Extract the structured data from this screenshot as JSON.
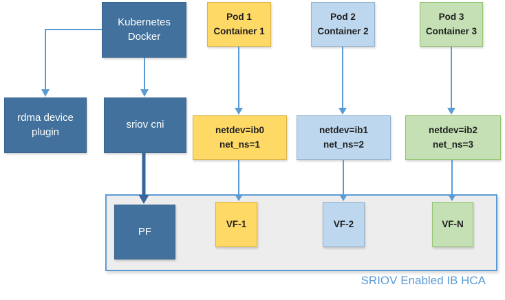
{
  "diagram": {
    "hca_label": "SRIOV Enabled IB HCA",
    "nodes": {
      "kubernetes_docker": {
        "label": "Kubernetes\nDocker"
      },
      "rdma_device_plugin": {
        "label": "rdma device\nplugin"
      },
      "sriov_cni": {
        "label": "sriov cni"
      },
      "pod1": {
        "label": "Pod 1\nContainer 1"
      },
      "pod2": {
        "label": "Pod 2\nContainer 2"
      },
      "pod3": {
        "label": "Pod 3\nContainer 3"
      },
      "netdev_ib0": {
        "label": "netdev=ib0\nnet_ns=1"
      },
      "netdev_ib1": {
        "label": "netdev=ib1\nnet_ns=2"
      },
      "netdev_ib2": {
        "label": "netdev=ib2\nnet_ns=3"
      },
      "pf": {
        "label": "PF"
      },
      "vf1": {
        "label": "VF-1"
      },
      "vf2": {
        "label": "VF-2"
      },
      "vfn": {
        "label": "VF-N"
      }
    },
    "colors": {
      "dark_blue": "#41719C",
      "yellow_fill": "#FFD966",
      "yellow_border": "#D9B34C",
      "light_blue_fill": "#BDD7EE",
      "light_blue_border": "#95B3CD",
      "green_fill": "#C5E0B4",
      "green_border": "#94C36F",
      "arrow_light_blue": "#5B9BD5",
      "arrow_dark_blue": "#38659A",
      "hca_fill": "#EDEDED",
      "hca_border": "#5B9BD5",
      "hca_label_color": "#5B9BD5"
    }
  }
}
